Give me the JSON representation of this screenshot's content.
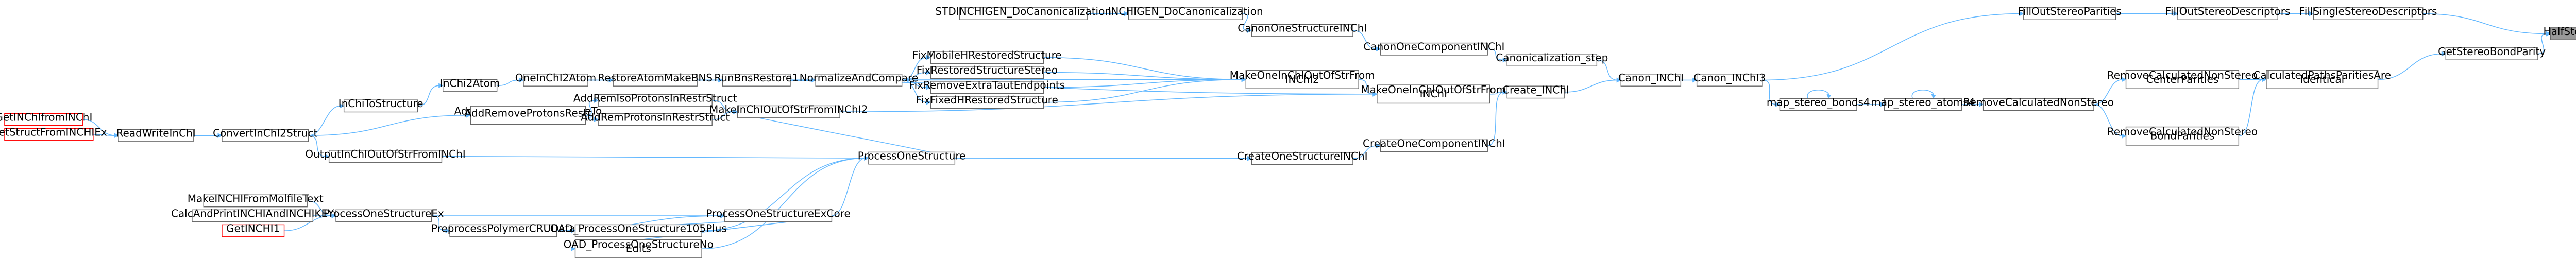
{
  "colors": {
    "edge": "#63b8ff",
    "node_border": "#666666",
    "missing_border": "#ff0000",
    "root_fill": "#999999"
  },
  "nodes": [
    {
      "id": "GetINChIfromINChI",
      "label": "GetINChIfromINChI",
      "style": "red"
    },
    {
      "id": "GetStructFromINCHIEx",
      "label": "GetStructFromINCHIEx",
      "style": "red"
    },
    {
      "id": "ReadWriteInChI",
      "label": "ReadWriteInChI",
      "style": "normal"
    },
    {
      "id": "ConvertInChI2Struct",
      "label": "ConvertInChI2Struct",
      "style": "normal"
    },
    {
      "id": "InChiToStructure",
      "label": "InChiToStructure",
      "style": "normal"
    },
    {
      "id": "InChi2Atom",
      "label": "InChi2Atom",
      "style": "normal"
    },
    {
      "id": "OneInChI2Atom",
      "label": "OneInChI2Atom",
      "style": "normal"
    },
    {
      "id": "RestoreAtomMakeBNS",
      "label": "RestoreAtomMakeBNS",
      "style": "normal"
    },
    {
      "id": "RunBnsRestore1",
      "label": "RunBnsRestore1",
      "style": "normal"
    },
    {
      "id": "NormalizeAndCompare",
      "label": "NormalizeAndCompare",
      "style": "normal"
    },
    {
      "id": "STDINCHIGEN_DoCanonicalization",
      "label": "STDINCHIGEN_DoCanonicalization",
      "style": "normal"
    },
    {
      "id": "INCHIGEN_DoCanonicalization",
      "label": "INCHIGEN_DoCanonicalization",
      "style": "normal"
    },
    {
      "id": "CanonOneStructureINChI",
      "label": "CanonOneStructureINChI",
      "style": "normal"
    },
    {
      "id": "CanonOneComponentINChI",
      "label": "CanonOneComponentINChI",
      "style": "normal"
    },
    {
      "id": "Canonicalization_step",
      "label": "Canonicalization_step",
      "style": "normal"
    },
    {
      "id": "FixMobileHRestoredStructure",
      "label": "FixMobileHRestoredStructure",
      "style": "normal"
    },
    {
      "id": "FixRestoredStructureStereo",
      "label": "FixRestoredStructureStereo",
      "style": "normal"
    },
    {
      "id": "FixRemoveExtraTautEndpoints",
      "label": "FixRemoveExtraTautEndpoints",
      "style": "normal"
    },
    {
      "id": "FixFixedHRestoredStructure",
      "label": "FixFixedHRestoredStructure",
      "style": "normal"
    },
    {
      "id": "MakeOneInChIOutOfStrFromINChI2",
      "label": "MakeOneInChIOutOfStrFrom|INChI2",
      "style": "normal"
    },
    {
      "id": "MakeOneInChIOutOfStrFromINChI",
      "label": "MakeOneInChIOutOfStrFrom|INChI",
      "style": "normal"
    },
    {
      "id": "Create_INChI",
      "label": "Create_INChI",
      "style": "normal"
    },
    {
      "id": "Canon_INChI",
      "label": "Canon_INChI",
      "style": "normal"
    },
    {
      "id": "Canon_INChI3",
      "label": "Canon_INChI3",
      "style": "normal"
    },
    {
      "id": "AddProtonAndIsoHBalanceToMobHStruct",
      "label": "AddProtonAndIsoHBalanceTo|MobHStruct",
      "style": "normal"
    },
    {
      "id": "AddRemoveProtonsRestr",
      "label": "AddRemoveProtonsRestr",
      "style": "normal"
    },
    {
      "id": "AddRemIsoProtonsInRestrStruct",
      "label": "AddRemIsoProtonsInRestrStruct",
      "style": "normal"
    },
    {
      "id": "AddRemProtonsInRestrStruct",
      "label": "AddRemProtonsInRestrStruct",
      "style": "normal"
    },
    {
      "id": "MakeInChIOutOfStrFromINChI2",
      "label": "MakeInChIOutOfStrFromINChI2",
      "style": "normal"
    },
    {
      "id": "OutputInChIOutOfStrFromINChI",
      "label": "OutputInChIOutOfStrFromINChI",
      "style": "normal"
    },
    {
      "id": "ProcessOneStructure",
      "label": "ProcessOneStructure",
      "style": "normal"
    },
    {
      "id": "CreateOneStructureINChI",
      "label": "CreateOneStructureINChI",
      "style": "normal"
    },
    {
      "id": "CreateOneComponentINChI",
      "label": "CreateOneComponentINChI",
      "style": "normal"
    },
    {
      "id": "MakeINCHIFromMolfileText",
      "label": "MakeINCHIFromMolfileText",
      "style": "normal"
    },
    {
      "id": "CalcAndPrintINCHIAndINCHIKEY",
      "label": "CalcAndPrintINCHIAndINCHIKEY",
      "style": "normal"
    },
    {
      "id": "GetINCHI1",
      "label": "GetINCHI1",
      "style": "red"
    },
    {
      "id": "ProcessOneStructureEx",
      "label": "ProcessOneStructureEx",
      "style": "normal"
    },
    {
      "id": "PreprocessPolymerCRUData",
      "label": "PreprocessPolymerCRUData",
      "style": "normal"
    },
    {
      "id": "ProcessOneStructureExCore",
      "label": "ProcessOneStructureExCore",
      "style": "normal"
    },
    {
      "id": "OAD_ProcessOneStructure105Plus",
      "label": "OAD_ProcessOneStructure105Plus",
      "style": "normal"
    },
    {
      "id": "OAD_ProcessOneStructureNoEdits",
      "label": "OAD_ProcessOneStructureNo|Edits",
      "style": "normal"
    },
    {
      "id": "map_stereo_bonds4",
      "label": "map_stereo_bonds4",
      "style": "normal"
    },
    {
      "id": "map_stereo_atoms4",
      "label": "map_stereo_atoms4",
      "style": "normal"
    },
    {
      "id": "RemoveCalculatedNonStereo",
      "label": "RemoveCalculatedNonStereo",
      "style": "normal"
    },
    {
      "id": "RemoveCalculatedNonStereoCenterParities",
      "label": "RemoveCalculatedNonStereo|CenterParities",
      "style": "normal"
    },
    {
      "id": "RemoveCalculatedNonStereoBondParities",
      "label": "RemoveCalculatedNonStereo|BondParities",
      "style": "normal"
    },
    {
      "id": "CalculatedPathsParitiesAreIdentical",
      "label": "CalculatedPathsParitiesAre|Identical",
      "style": "normal"
    },
    {
      "id": "FillOutStereoParities",
      "label": "FillOutStereoParities",
      "style": "normal"
    },
    {
      "id": "FillOutStereoDescriptors",
      "label": "FillOutStereoDescriptors",
      "style": "normal"
    },
    {
      "id": "FillSingleStereoDescriptors",
      "label": "FillSingleStereoDescriptors",
      "style": "normal"
    },
    {
      "id": "GetStereoBondParity",
      "label": "GetStereoBondParity",
      "style": "normal"
    },
    {
      "id": "HalfStereoBondParity",
      "label": "HalfStereoBondParity",
      "style": "root"
    }
  ],
  "edges": [
    [
      "GetINChIfromINChI",
      "ReadWriteInChI"
    ],
    [
      "GetStructFromINCHIEx",
      "ReadWriteInChI"
    ],
    [
      "ReadWriteInChI",
      "ConvertInChI2Struct"
    ],
    [
      "ConvertInChI2Struct",
      "InChiToStructure"
    ],
    [
      "ConvertInChI2Struct",
      "AddProtonAndIsoHBalanceToMobHStruct"
    ],
    [
      "ConvertInChI2Struct",
      "OutputInChIOutOfStrFromINChI"
    ],
    [
      "InChiToStructure",
      "InChi2Atom"
    ],
    [
      "InChi2Atom",
      "OneInChI2Atom"
    ],
    [
      "OneInChI2Atom",
      "RestoreAtomMakeBNS"
    ],
    [
      "RestoreAtomMakeBNS",
      "RunBnsRestore1"
    ],
    [
      "RestoreAtomMakeBNS",
      "MakeOneInChIOutOfStrFromINChI"
    ],
    [
      "RunBnsRestore1",
      "NormalizeAndCompare"
    ],
    [
      "NormalizeAndCompare",
      "MakeOneInChIOutOfStrFromINChI2"
    ],
    [
      "NormalizeAndCompare",
      "FixMobileHRestoredStructure"
    ],
    [
      "NormalizeAndCompare",
      "FixRestoredStructureStereo"
    ],
    [
      "NormalizeAndCompare",
      "FixRemoveExtraTautEndpoints"
    ],
    [
      "NormalizeAndCompare",
      "FixFixedHRestoredStructure"
    ],
    [
      "FixMobileHRestoredStructure",
      "MakeOneInChIOutOfStrFromINChI2"
    ],
    [
      "FixRestoredStructureStereo",
      "MakeOneInChIOutOfStrFromINChI2"
    ],
    [
      "FixRemoveExtraTautEndpoints",
      "MakeOneInChIOutOfStrFromINChI2"
    ],
    [
      "FixFixedHRestoredStructure",
      "MakeOneInChIOutOfStrFromINChI2"
    ],
    [
      "OneInChI2Atom",
      "MakeOneInChIOutOfStrFromINChI2"
    ],
    [
      "STDINCHIGEN_DoCanonicalization",
      "INCHIGEN_DoCanonicalization"
    ],
    [
      "INCHIGEN_DoCanonicalization",
      "CanonOneStructureINChI"
    ],
    [
      "CanonOneStructureINChI",
      "CanonOneComponentINChI"
    ],
    [
      "CanonOneComponentINChI",
      "Canonicalization_step"
    ],
    [
      "Canonicalization_step",
      "Canon_INChI"
    ],
    [
      "MakeOneInChIOutOfStrFromINChI2",
      "MakeOneInChIOutOfStrFromINChI"
    ],
    [
      "MakeOneInChIOutOfStrFromINChI",
      "Create_INChI"
    ],
    [
      "Create_INChI",
      "Canon_INChI"
    ],
    [
      "Canon_INChI",
      "Canon_INChI3"
    ],
    [
      "AddProtonAndIsoHBalanceToMobHStruct",
      "AddRemIsoProtonsInRestrStruct"
    ],
    [
      "AddProtonAndIsoHBalanceToMobHStruct",
      "AddRemProtonsInRestrStruct"
    ],
    [
      "AddRemIsoProtonsInRestrStruct",
      "MakeInChIOutOfStrFromINChI2"
    ],
    [
      "AddRemProtonsInRestrStruct",
      "MakeInChIOutOfStrFromINChI2"
    ],
    [
      "MakeInChIOutOfStrFromINChI2",
      "MakeOneInChIOutOfStrFromINChI"
    ],
    [
      "OutputInChIOutOfStrFromINChI",
      "ProcessOneStructure"
    ],
    [
      "ProcessOneStructure",
      "CreateOneStructureINChI"
    ],
    [
      "CreateOneStructureINChI",
      "CreateOneComponentINChI"
    ],
    [
      "CreateOneComponentINChI",
      "Create_INChI"
    ],
    [
      "MakeINCHIFromMolfileText",
      "ProcessOneStructureEx"
    ],
    [
      "CalcAndPrintINCHIAndINCHIKEY",
      "ProcessOneStructureEx"
    ],
    [
      "GetINCHI1",
      "ProcessOneStructureEx"
    ],
    [
      "ProcessOneStructureEx",
      "PreprocessPolymerCRUData"
    ],
    [
      "ProcessOneStructureEx",
      "ProcessOneStructureExCore"
    ],
    [
      "PreprocessPolymerCRUData",
      "ProcessOneStructureExCore"
    ],
    [
      "ProcessOneStructureExCore",
      "ProcessOneStructure"
    ],
    [
      "ProcessOneStructureExCore",
      "OAD_ProcessOneStructure105Plus"
    ],
    [
      "ProcessOneStructureExCore",
      "OAD_ProcessOneStructureNoEdits"
    ],
    [
      "OAD_ProcessOneStructure105Plus",
      "ProcessOneStructure"
    ],
    [
      "OAD_ProcessOneStructureNoEdits",
      "ProcessOneStructure"
    ],
    [
      "ProcessOneStructure",
      "MakeInChIOutOfStrFromINChI2"
    ],
    [
      "Canon_INChI3",
      "map_stereo_bonds4"
    ],
    [
      "Canon_INChI3",
      "FillOutStereoParities"
    ],
    [
      "map_stereo_bonds4",
      "map_stereo_bonds4"
    ],
    [
      "map_stereo_bonds4",
      "map_stereo_atoms4"
    ],
    [
      "map_stereo_atoms4",
      "map_stereo_atoms4"
    ],
    [
      "map_stereo_atoms4",
      "RemoveCalculatedNonStereo"
    ],
    [
      "RemoveCalculatedNonStereo",
      "RemoveCalculatedNonStereoCenterParities"
    ],
    [
      "RemoveCalculatedNonStereo",
      "RemoveCalculatedNonStereoBondParities"
    ],
    [
      "RemoveCalculatedNonStereoCenterParities",
      "CalculatedPathsParitiesAreIdentical"
    ],
    [
      "RemoveCalculatedNonStereoBondParities",
      "CalculatedPathsParitiesAreIdentical"
    ],
    [
      "CalculatedPathsParitiesAreIdentical",
      "GetStereoBondParity"
    ],
    [
      "FillOutStereoParities",
      "FillOutStereoDescriptors"
    ],
    [
      "FillOutStereoDescriptors",
      "FillSingleStereoDescriptors"
    ],
    [
      "FillSingleStereoDescriptors",
      "HalfStereoBondParity"
    ],
    [
      "GetStereoBondParity",
      "HalfStereoBondParity"
    ]
  ]
}
